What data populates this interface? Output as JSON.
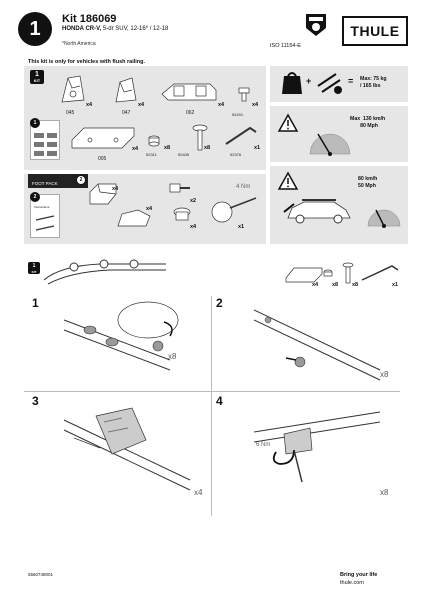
{
  "header": {
    "step_number": "1",
    "kit_title": "Kit 186069",
    "vehicle_model": "HONDA CR-V,",
    "vehicle_detail": " 5-dr SUV, 12-16* / 12-18",
    "region_note": "*North America",
    "iso": "ISO 11154-E",
    "brand": "THULE",
    "badge_icon": "tested-shield-icon"
  },
  "flush_note": "This kit is only for vehicles with flush railing.",
  "kit_panel": {
    "badge_label": "KIT",
    "badge_num": "1",
    "parts": [
      {
        "code": "045",
        "qty": "x4"
      },
      {
        "code": "047",
        "qty": "x4"
      },
      {
        "code": "062",
        "qty": "x4"
      },
      {
        "code": "54201",
        "qty": "x4"
      },
      {
        "code": "005",
        "qty": "x4"
      },
      {
        "code": "52311",
        "qty": "x8"
      },
      {
        "code": "50435",
        "qty": "x8"
      },
      {
        "code": "52376",
        "qty": "x1"
      }
    ],
    "doc_badge": "1"
  },
  "foot_panel": {
    "bar_label": "FOOT PACK",
    "badge_num": "2",
    "doc_badge": "2",
    "doc_title": "Instructions",
    "qty_feet": "x4",
    "qty_covers": "x4",
    "qty_keys": "x2",
    "qty_locks": "x4",
    "qty_tool": "x1",
    "torque": "4 Nm"
  },
  "info": {
    "load": "Max: 75 kg\n/ 165 lbs",
    "speed_max": "Max  130 km/h\n       80 Mph",
    "speed_curve": "80 km/h\n50 Mph"
  },
  "kit_row": {
    "badge_label": "KIT",
    "badge_num": "1",
    "qty_a": "x4",
    "qty_b": "x8",
    "qty_c": "x8",
    "qty_d": "x1"
  },
  "steps": [
    {
      "num": "1",
      "qty": "x8"
    },
    {
      "num": "2",
      "qty": "x8"
    },
    {
      "num": "3",
      "qty": "x4"
    },
    {
      "num": "4",
      "qty": "x8",
      "torque": "6 Nm"
    }
  ],
  "footer": {
    "code": "5560748001",
    "slogan": "Bring your life",
    "web": "thule.com"
  }
}
